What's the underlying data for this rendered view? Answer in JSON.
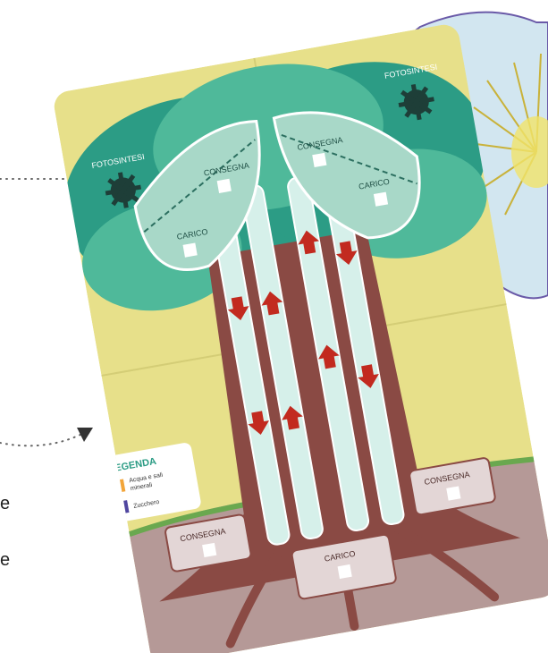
{
  "board": {
    "leaf_left": {
      "process_label": "FOTOSINTESI",
      "delivery_label": "CONSEGNA",
      "load_label": "CARICO"
    },
    "leaf_right": {
      "process_label": "FOTOSINTESI",
      "delivery_label": "CONSEGNA",
      "load_label": "CARICO"
    },
    "roots": {
      "left_label": "CONSEGNA",
      "center_label": "CARICO",
      "right_label": "CONSEGNA"
    },
    "legend": {
      "title": "LEGENDA",
      "items": [
        {
          "label": "Acqua e sali minerali",
          "line1": "Acqua e sali",
          "line2": "minerali",
          "color": "#f2a53a"
        },
        {
          "label": "Zucchero",
          "color": "#5046a0"
        }
      ]
    }
  },
  "margin_text": {
    "fragment_1": "e",
    "fragment_2": "e"
  },
  "colors": {
    "sky": "#e7e08a",
    "foliage_dark": "#2c9c85",
    "foliage_light": "#4fb99a",
    "leaf": "#a8d8c8",
    "trunk": "#8a4a44",
    "vessel": "#d6f0ea",
    "ground": "#b59997",
    "arrow": "#c22a1f",
    "flower_petal": "#d2e6f0",
    "flower_outline": "#6a5aa8"
  }
}
